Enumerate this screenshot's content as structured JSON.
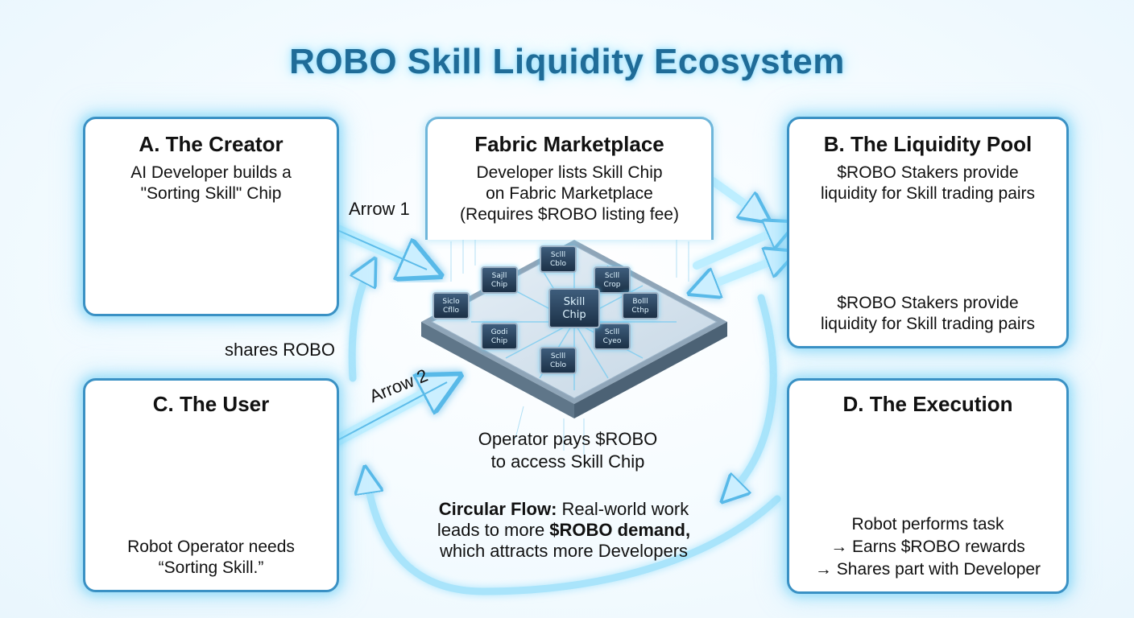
{
  "title": "ROBO Skill Liquidity Ecosystem",
  "colors": {
    "accent": "#1f6c98",
    "panel_border": "#3a91c4",
    "glow": "#5cc8f5"
  },
  "creator": {
    "heading": "A. The Creator",
    "line1": "AI Developer builds a",
    "line2": "\"Sorting Skill\" Chip"
  },
  "market": {
    "heading": "Fabric Marketplace",
    "line1": "Developer lists Skill Chip",
    "line2": "on Fabric Marketplace",
    "line3": "(Requires $ROBO listing fee)"
  },
  "pool": {
    "heading": "B. The Liquidity Pool",
    "line1": "$ROBO Stakers provide",
    "line2": "liquidity for Skill trading pairs",
    "line3": "$ROBO Stakers provide",
    "line4": "liquidity for Skill trading pairs"
  },
  "user": {
    "heading": "C. The User",
    "line1": "Robot Operator needs",
    "line2": "“Sorting Skill.”"
  },
  "execution": {
    "heading": "D. The Execution",
    "line1": "Robot performs task",
    "line2": "→ Earns $ROBO rewards",
    "line3": "→ Shares part with Developer"
  },
  "arrows": {
    "arrow1": "Arrow 1",
    "arrow2": "Arrow 2",
    "shares": "shares ROBO"
  },
  "board": {
    "center": [
      "Skill",
      "Chip"
    ],
    "chips": [
      [
        "Sclll",
        "Cblo"
      ],
      [
        "Sajll",
        "Chip"
      ],
      [
        "Sclll",
        "Crop"
      ],
      [
        "Siclo",
        "Cfllo"
      ],
      [
        "Bolll",
        "Cthp"
      ],
      [
        "Godi",
        "Chip"
      ],
      [
        "Sclll",
        "Cyeo"
      ],
      [
        "Sclll",
        "Cblo"
      ]
    ]
  },
  "operator_pays": {
    "line1": "Operator pays $ROBO",
    "line2": "to access Skill Chip"
  },
  "circular": {
    "lead": "Circular Flow:",
    "line1_rest": " Real-world work",
    "line2_a": "leads to more ",
    "line2_b": "$ROBO demand,",
    "line3": "which attracts more Developers"
  }
}
